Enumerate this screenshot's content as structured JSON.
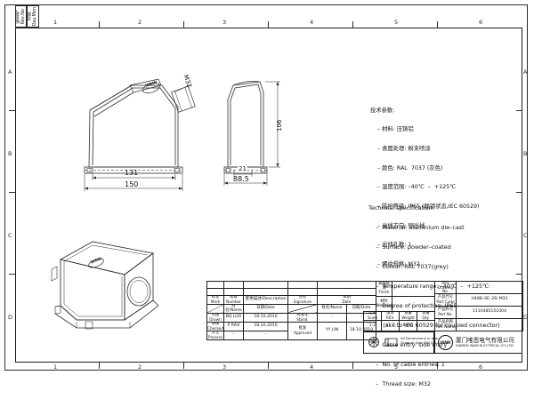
{
  "sheet": {
    "column_marks": [
      "1",
      "2",
      "3",
      "4",
      "5",
      "6"
    ],
    "row_marks": [
      "A",
      "B",
      "C",
      "D"
    ],
    "corner_boxes": [
      {
        "name": "revision-marker-box",
        "cn": "版本号",
        "en": "Rev.No"
      },
      {
        "name": "date-marker-box",
        "cn": "日期",
        "en": "Day.Mon"
      }
    ]
  },
  "specs_cn": {
    "title": "技术参数:",
    "lines": [
      "– 材料: 压铸铝",
      "– 表面处理: 粉末喷涂",
      "– 颜色: RAL  7037 (灰色)",
      "– 温度范围: –40℃  –  +125℃",
      "– 防护等级: IP65 (联锁状态,IEC 60529)",
      "– 出线方向: 侧出线",
      "– 出线孔数: 1",
      "– 螺纹规格: M32"
    ]
  },
  "specs_en": {
    "title": "Technical specification:",
    "lines": [
      "–  Material: aluminium die–cast",
      "–  Surface: powder–coated",
      "–  Colour: RAL 7037(grey)",
      "–  Temperature range: –40℃  –  +125℃",
      "–  Degree of protection: IP65",
      "    (acc.to IEC 60529 for coupled connector)",
      "–  Cable entry: side entry",
      "–  No. of cable entries: 1",
      "–  Thread size: M32"
    ]
  },
  "dimensions": {
    "front_inner_width": "131",
    "front_outer_width": "150",
    "side_height": "106",
    "side_flange": "21",
    "side_width": "88.5",
    "thread": "M32",
    "brand_on_part": "WAIN"
  },
  "revision_table": {
    "headers": [
      {
        "cn": "标记",
        "en": "Mark"
      },
      {
        "cn": "处数",
        "en": "Number"
      },
      {
        "cn": "变更描述/Description",
        "en": ""
      },
      {
        "cn": "签名",
        "en": "Sig­nature"
      },
      {
        "cn": "日期",
        "en": "Date"
      }
    ],
    "empty_rows": 2
  },
  "signature_table": {
    "col_headers": [
      {
        "cn": "姓名",
        "en": "/Name"
      },
      {
        "cn": "日期",
        "en": "/Date"
      }
    ],
    "rows": [
      {
        "role_cn": "绘图",
        "role_en": "Drawn",
        "name": "BQ  LUO",
        "date": "18.10.2010"
      },
      {
        "role_cn": "审核",
        "role_en": "Checked",
        "name": "P  RAO",
        "date": "18.10.2010"
      },
      {
        "role_cn": "工艺",
        "role_en": "Process",
        "name": "–",
        "date": "–"
      }
    ],
    "right_rows": [
      {
        "role_cn": "标准化",
        "role_en": "Stand.",
        "name": "–",
        "date": "–"
      },
      {
        "role_cn": "批准",
        "role_en": "Approved",
        "name": "YY  LIN",
        "date": "18.10.2010"
      }
    ]
  },
  "property_table": {
    "rows": [
      {
        "cn": "表面处理",
        "en": "Finish",
        "value": "–"
      },
      {
        "cn": "材料",
        "en": "Material",
        "value": "–"
      }
    ],
    "metrics": [
      {
        "cn": "比例",
        "en": "Scale",
        "value": "1:2"
      },
      {
        "cn": "版本",
        "en": "REV.",
        "value": "V1.0"
      },
      {
        "cn": "重量",
        "en": "Weight",
        "value": "649g"
      },
      {
        "cn": "数量",
        "en": "Qty.",
        "value": "–"
      }
    ]
  },
  "part_table": {
    "rows": [
      {
        "cn": "图号",
        "en": "Drawing No.",
        "value": "–"
      },
      {
        "cn": "产品代号",
        "en": "Part Code",
        "value": "H48B–SE–2B–M32"
      },
      {
        "cn": "产品料号",
        "en": "Part No.",
        "value": "1110485151004"
      },
      {
        "cn": "产品名称",
        "en": "Part Name",
        "value": "–"
      }
    ]
  },
  "company": {
    "logo_text": "WAIN",
    "name_cn": "厦门唯恩电气有限公司",
    "name_en": "XIAMEN WAIN ELECTRICAL CO.,LTD"
  },
  "notes": {
    "units_line1": "All Dimensions in mm",
    "units_line2": "Original Size DIN A 4"
  }
}
